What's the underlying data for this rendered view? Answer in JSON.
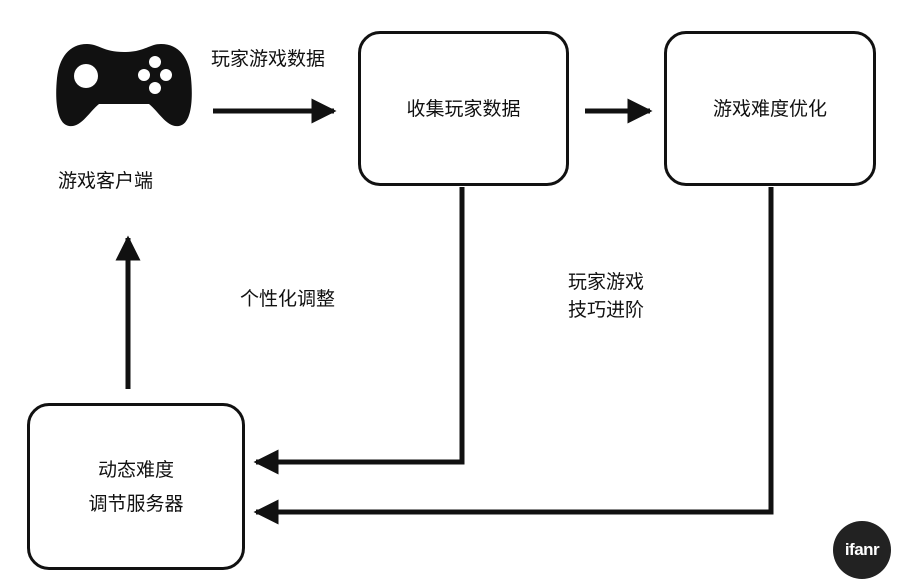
{
  "diagram": {
    "nodes": {
      "client": {
        "label": "游戏客户端"
      },
      "collect": {
        "label": "收集玩家数据"
      },
      "optimize": {
        "label": "游戏难度优化"
      },
      "server": {
        "label_line1": "动态难度",
        "label_line2": "调节服务器"
      }
    },
    "edges": {
      "client_to_collect": {
        "label": "玩家游戏数据"
      },
      "collect_to_optimize": {
        "label": ""
      },
      "collect_to_server": {
        "label": "个性化调整"
      },
      "optimize_to_server": {
        "label_line1": "玩家游戏",
        "label_line2": "技巧进阶"
      },
      "server_to_client": {
        "label": ""
      }
    }
  },
  "logo": {
    "text": "ifanr"
  },
  "icons": {
    "client": "gamepad-icon"
  },
  "colors": {
    "line": "#111111",
    "background": "#ffffff",
    "logo_bg": "#222222",
    "logo_fg": "#ffffff"
  }
}
